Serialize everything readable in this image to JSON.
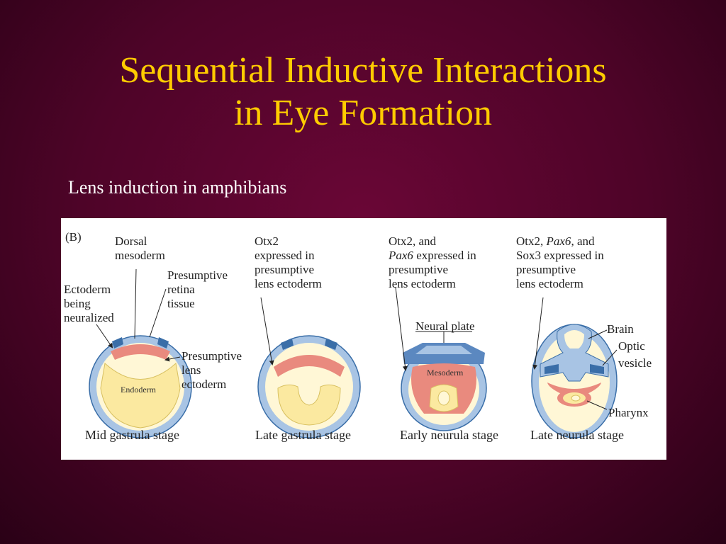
{
  "slide": {
    "title_line1": "Sequential Inductive Interactions",
    "title_line2": "in Eye Formation",
    "subtitle": "Lens induction in amphibians"
  },
  "figure": {
    "panel_label": "(B)",
    "panel1": {
      "labels": [
        "Dorsal",
        "mesoderm",
        "Presumptive",
        "retina",
        "tissue",
        "Ectoderm",
        "being",
        "neuralized",
        "Presumptive",
        "lens",
        "ectoderm"
      ],
      "inner_label": "Endoderm",
      "stage": "Mid gastrula stage"
    },
    "panel2": {
      "labels": [
        "Otx2",
        "expressed in",
        "presumptive",
        "lens ectoderm"
      ],
      "stage": "Late gastrula stage"
    },
    "panel3": {
      "labels": [
        "Otx2, and",
        "Pax6",
        " expressed in",
        "presumptive",
        "lens ectoderm",
        "Neural plate"
      ],
      "inner_label": "Mesoderm",
      "stage": "Early neurula stage"
    },
    "panel4": {
      "labels": [
        "Otx2, ",
        "Pax6",
        ", and",
        "Sox3 expressed in",
        "presumptive",
        "lens ectoderm",
        "Brain",
        "Optic",
        "vesicle",
        "Pharynx"
      ],
      "stage": "Late neurula stage"
    },
    "colors": {
      "ectoderm_blue": "#a8c4e4",
      "dark_blue": "#3a6ea8",
      "salmon": "#e98a7e",
      "yellow": "#fbe9a0",
      "pale_yellow": "#fff7d6"
    }
  }
}
